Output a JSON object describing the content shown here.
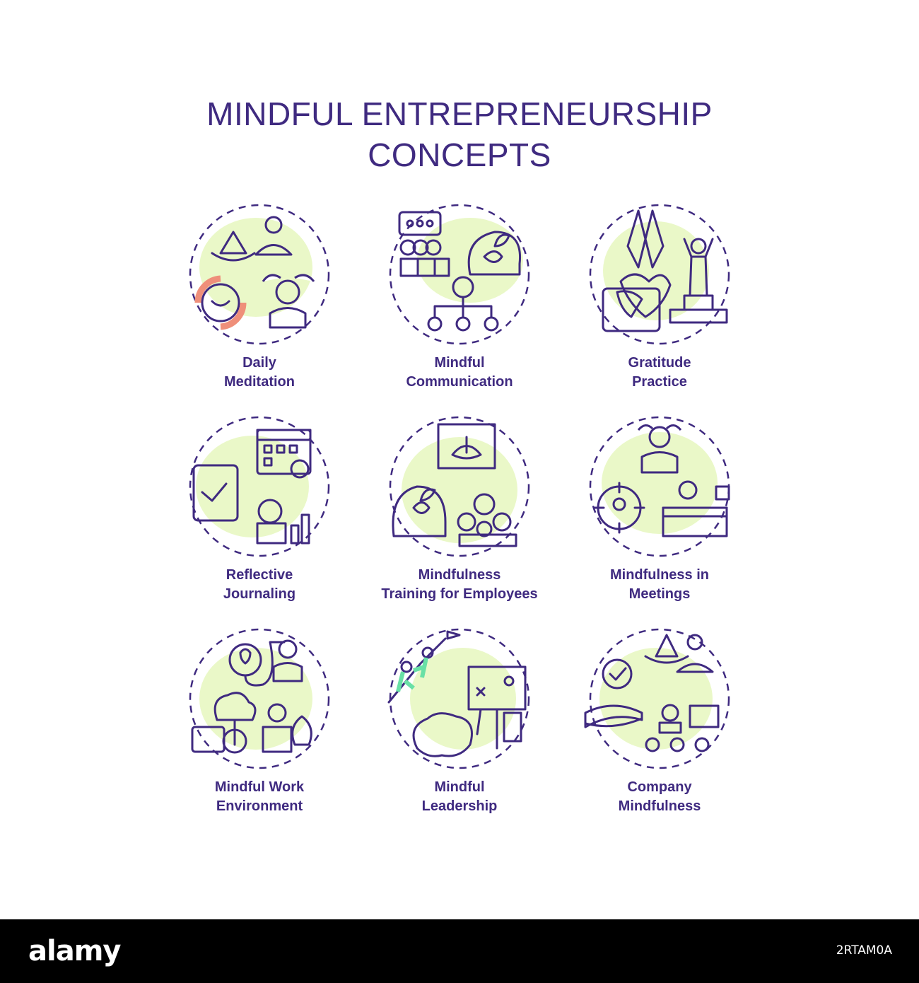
{
  "title": {
    "line1": "MINDFUL ENTREPRENEURSHIP",
    "line2": "CONCEPTS"
  },
  "colors": {
    "primary": "#3f2a80",
    "accent_green": "#69e0a6",
    "accent_red": "#ef8f7a",
    "blob_green": "#eaf8c8"
  },
  "concepts": [
    {
      "line1": "Daily",
      "line2": "Meditation",
      "icon": "meditation-icon"
    },
    {
      "line1": "Mindful",
      "line2": "Communication",
      "icon": "communication-icon"
    },
    {
      "line1": "Gratitude",
      "line2": "Practice",
      "icon": "gratitude-icon"
    },
    {
      "line1": "Reflective",
      "line2": "Journaling",
      "icon": "journaling-icon"
    },
    {
      "line1": "Mindfulness",
      "line2": "Training for Employees",
      "icon": "training-icon"
    },
    {
      "line1": "Mindfulness in",
      "line2": "Meetings",
      "icon": "meetings-icon"
    },
    {
      "line1": "Mindful Work",
      "line2": "Environment",
      "icon": "work-environment-icon"
    },
    {
      "line1": "Mindful",
      "line2": "Leadership",
      "icon": "leadership-icon"
    },
    {
      "line1": "Company",
      "line2": "Mindfulness",
      "icon": "company-icon"
    }
  ],
  "footer": {
    "brand": "alamy",
    "image_id": "2RTAM0A"
  }
}
